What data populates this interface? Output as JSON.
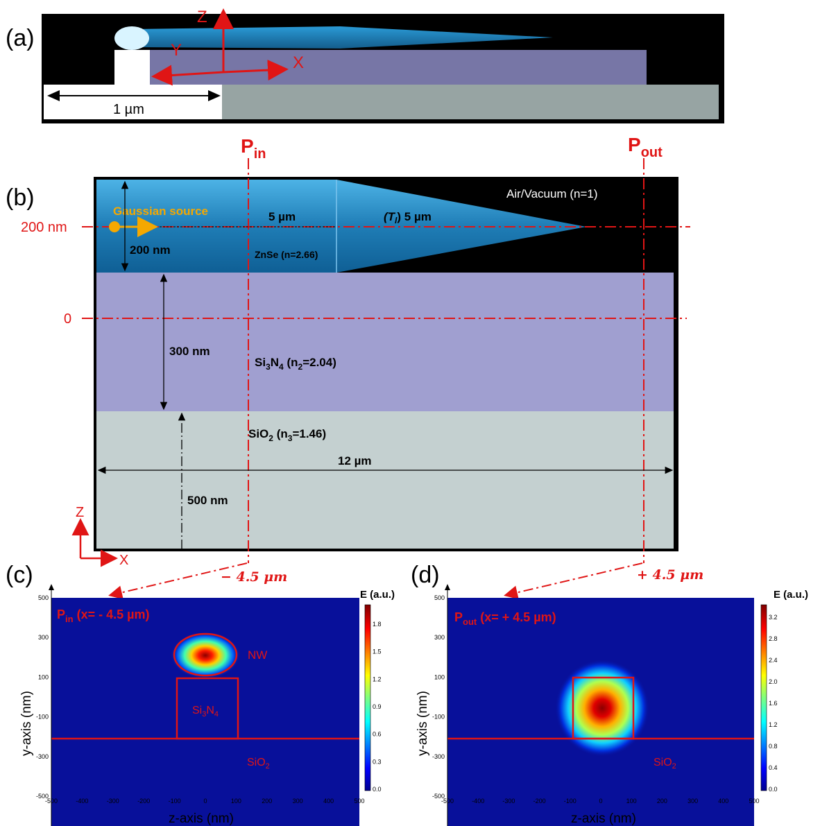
{
  "panel_a": {
    "label": "(a)",
    "axis_z": "Z",
    "axis_y": "Y",
    "axis_x": "X",
    "gap_dim": "1 µm"
  },
  "panel_b": {
    "label": "(b)",
    "p_in": "P",
    "p_in_sub": "in",
    "p_out": "P",
    "p_out_sub": "out",
    "air": "Air/Vacuum (n=1)",
    "source": "Gaussian source",
    "len1": "5 µm",
    "len2_ital": "(T",
    "len2_sub": "l",
    "len2_rest": ") 5 µm",
    "nw_h": "200 nm",
    "zero_left": "200 nm",
    "zero_label": "0",
    "znse": "ZnSe (n=2.66)",
    "sin_h": "300 nm",
    "sin_a": "Si",
    "sin_b": "3",
    "sin_c": "N",
    "sin_d": "4",
    "sin_e": " (n",
    "sin_f": "2",
    "sin_g": "=2.04)",
    "sio_a": "SiO",
    "sio_b": "2",
    "sio_c": " (n",
    "sio_d": "3",
    "sio_e": "=1.46)",
    "width": "12 µm",
    "sio_h": "500 nm",
    "axis_z": "Z",
    "axis_x": "X",
    "pos_in": "− 4.5 μm",
    "pos_out": "+ 4.5 μm"
  },
  "panel_c": {
    "label": "(c)",
    "title_a": "P",
    "title_b": "in",
    "title_c": " (x= - 4.5 µm)",
    "nw": "NW",
    "sin_a": "Si",
    "sin_b": "3",
    "sin_c": "N",
    "sin_d": "4",
    "sio_a": "SiO",
    "sio_b": "2",
    "xlabel": "z-axis (nm)",
    "ylabel": "y-axis (nm)",
    "cb_title": "E (a.u.)",
    "cb_ticks": [
      "1.8",
      "1.5",
      "1.2",
      "0.9",
      "0.6",
      "0.3",
      "0.0"
    ]
  },
  "panel_d": {
    "label": "(d)",
    "title_a": "P",
    "title_b": "out",
    "title_c": " (x= + 4.5 µm)",
    "sio_a": "SiO",
    "sio_b": "2",
    "xlabel": "z-axis (nm)",
    "ylabel": "y-axis (nm)",
    "cb_title": "E (a.u.)",
    "cb_ticks": [
      "3.2",
      "2.8",
      "2.4",
      "2.0",
      "1.6",
      "1.2",
      "0.8",
      "0.4",
      "0.0"
    ]
  },
  "axes": {
    "xticks": [
      "-500",
      "-400",
      "-300",
      "-200",
      "-100",
      "0",
      "100",
      "200",
      "300",
      "400",
      "500"
    ],
    "yticks": [
      "500",
      "300",
      "100",
      "-100",
      "-300",
      "-500"
    ]
  },
  "colors": {
    "red": "#e01515",
    "nanowire": "#1e7fb5",
    "si3n4": "#a09fd0",
    "sio2": "#c4d0d0",
    "field_bg": "#08109a"
  },
  "chart_data": [
    {
      "type": "heatmap",
      "title": "P in (x= - 4.5 µm)",
      "xlabel": "z-axis (nm)",
      "ylabel": "y-axis (nm)",
      "xlim": [
        -500,
        500
      ],
      "ylim": [
        -500,
        500
      ],
      "colorbar_label": "E (a.u.)",
      "colorbar_range": [
        0.0,
        1.9
      ],
      "peak": {
        "z": 0,
        "y": 200,
        "value": 1.9
      }
    },
    {
      "type": "heatmap",
      "title": "P out (x= + 4.5 µm)",
      "xlabel": "z-axis (nm)",
      "ylabel": "y-axis (nm)",
      "xlim": [
        -500,
        500
      ],
      "ylim": [
        -500,
        500
      ],
      "colorbar_label": "E (a.u.)",
      "colorbar_range": [
        0.0,
        3.3
      ],
      "peak": {
        "z": 0,
        "y": -70,
        "value": 3.3
      }
    }
  ]
}
